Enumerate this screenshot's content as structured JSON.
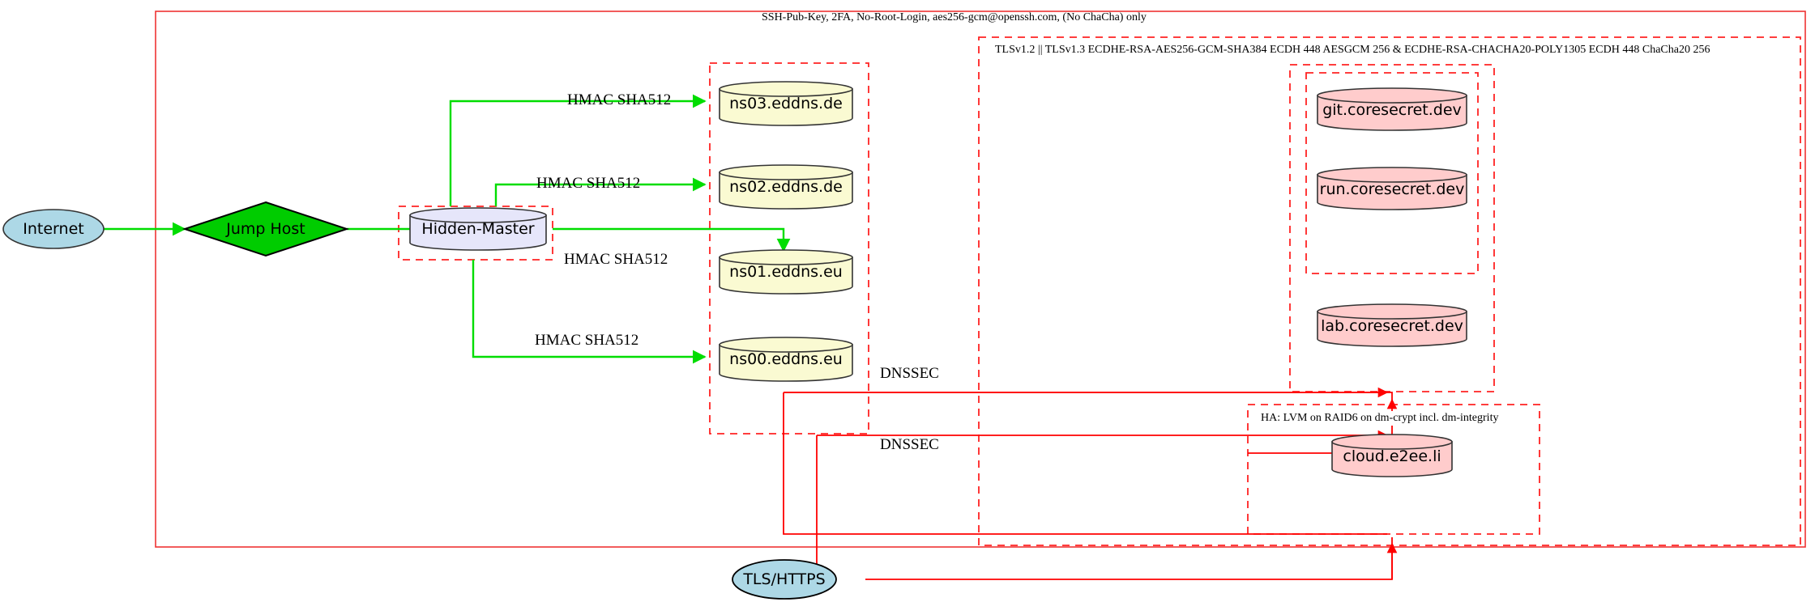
{
  "diagram": {
    "title_label": "SSH-Pub-Key, 2FA, No-Root-Login, aes256-gcm@openssh.com, (No ChaCha) only",
    "colors": {
      "cluster_border": "#ff2222",
      "outer_border": "#ee3333",
      "ellipse_fill": "#add8e6",
      "diamond_fill": "#00cc00",
      "master_fill": "#e6e6fa",
      "dns_fill": "#fafad2",
      "service_fill": "#ffcccc",
      "edge_green": "#00dd00",
      "edge_red": "#ff0000",
      "stroke_dark": "#333333"
    }
  },
  "clusters": {
    "ssh_policy": {
      "label": "SSH-Pub-Key, 2FA, No-Root-Login, aes256-gcm@openssh.com, (No ChaCha) only"
    },
    "tls_policy": {
      "label": "TLSv1.2 || TLSv1.3 ECDHE-RSA-AES256-GCM-SHA384 ECDH 448 AESGCM 256 & ECDHE-RSA-CHACHA20-POLY1305 ECDH 448 ChaCha20 256"
    },
    "ha_storage": {
      "label": "HA: LVM on RAID6 on dm-crypt incl. dm-integrity"
    }
  },
  "nodes": {
    "internet": {
      "label": "Internet",
      "shape": "ellipse"
    },
    "jump_host": {
      "label": "Jump Host",
      "shape": "diamond"
    },
    "hidden_master": {
      "label": "Hidden-Master",
      "shape": "cylinder"
    },
    "ns03": {
      "label": "ns03.eddns.de",
      "shape": "cylinder"
    },
    "ns02": {
      "label": "ns02.eddns.de",
      "shape": "cylinder"
    },
    "ns01": {
      "label": "ns01.eddns.eu",
      "shape": "cylinder"
    },
    "ns00": {
      "label": "ns00.eddns.eu",
      "shape": "cylinder"
    },
    "git": {
      "label": "git.coresecret.dev",
      "shape": "cylinder"
    },
    "run": {
      "label": "run.coresecret.dev",
      "shape": "cylinder"
    },
    "lab": {
      "label": "lab.coresecret.dev",
      "shape": "cylinder"
    },
    "cloud": {
      "label": "cloud.e2ee.li",
      "shape": "cylinder"
    },
    "tls_https": {
      "label": "TLS/HTTPS",
      "shape": "ellipse"
    }
  },
  "edges": {
    "hmac_ns03": {
      "label": "HMAC SHA512"
    },
    "hmac_ns02": {
      "label": "HMAC SHA512"
    },
    "hmac_ns01": {
      "label": "HMAC SHA512"
    },
    "hmac_ns00": {
      "label": "HMAC SHA512"
    },
    "dnssec_top": {
      "label": "DNSSEC"
    },
    "dnssec_bot": {
      "label": "DNSSEC"
    }
  }
}
